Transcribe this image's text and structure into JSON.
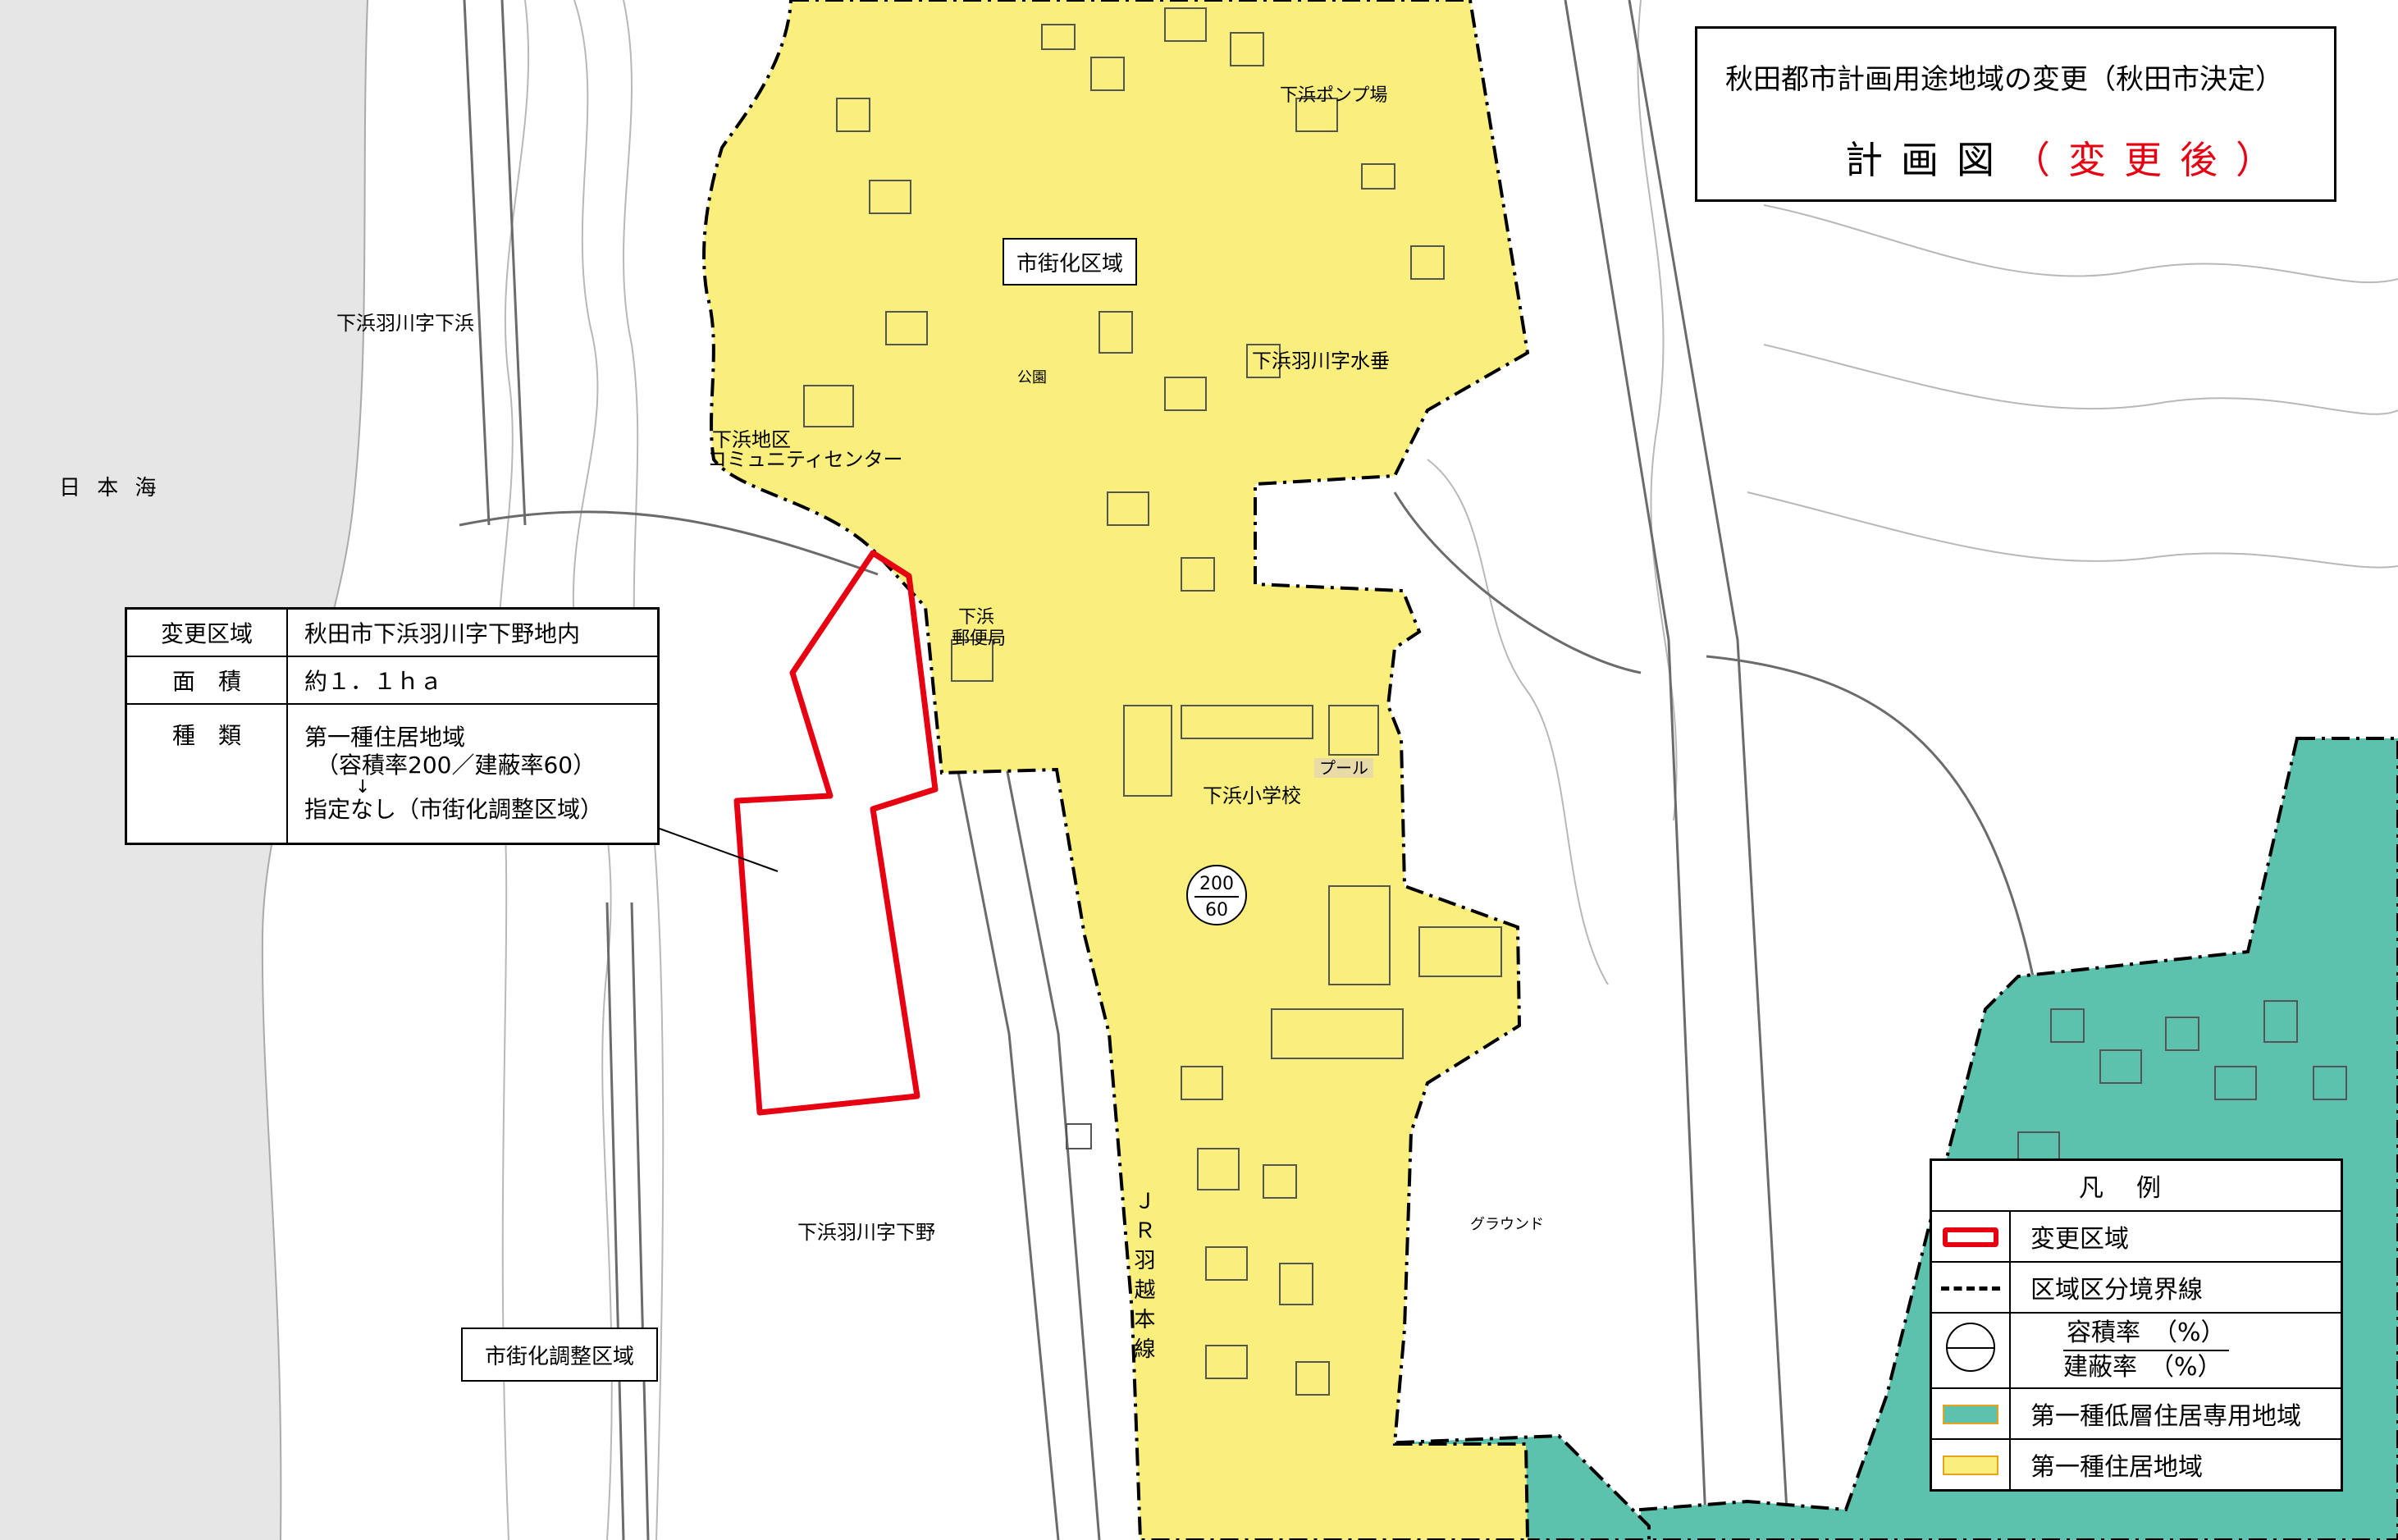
{
  "title": {
    "main": "秋田都市計画用途地域の変更（秋田市決定）",
    "plan": "計画図",
    "after": "（変更後）"
  },
  "map_labels": {
    "sea": "日 本 海",
    "shimohama_aza_shimohama": "下浜羽川字下浜",
    "community_center_1": "下浜地区",
    "community_center_2": "コミュニティセンター",
    "park": "公園",
    "urban_area": "市街化区域",
    "pump_station": "下浜ポンプ場",
    "suitare": "下浜羽川字水垂",
    "post_office_1": "下浜",
    "post_office_2": "郵便局",
    "pool": "プール",
    "school": "下浜小学校",
    "aza_shimono": "下浜羽川字下野",
    "railway": "ＪＲ羽越本線",
    "ground": "グラウンド",
    "urban_control_area": "市街化調整区域"
  },
  "ratio_mark": {
    "floor_area_ratio": "200",
    "coverage_ratio": "60"
  },
  "change_info": {
    "rows": [
      {
        "key": "変更区域",
        "value": "秋田市下浜羽川字下野地内"
      },
      {
        "key": "面　積",
        "value": "約１．１ｈａ"
      }
    ],
    "kind_key": "種　類",
    "kind_line1": "第一種住居地域",
    "kind_line2": "（容積率200／建蔽率60）",
    "kind_arrow": "↓",
    "kind_line3": "指定なし（市街化調整区域）"
  },
  "legend": {
    "title": "凡例",
    "items": [
      {
        "label": "変更区域"
      },
      {
        "label": "区域区分境界線"
      },
      {
        "label_top": "容積率　（%）",
        "label_bottom": "建蔽率　（%）"
      },
      {
        "label": "第一種低層住居専用地域"
      },
      {
        "label": "第一種住居地域"
      }
    ]
  },
  "colors": {
    "residential_1": "#faef7c",
    "low_rise_residential_1": "#5cc1ad",
    "change_area": "#e60012",
    "sea": "#e6e6e6"
  }
}
